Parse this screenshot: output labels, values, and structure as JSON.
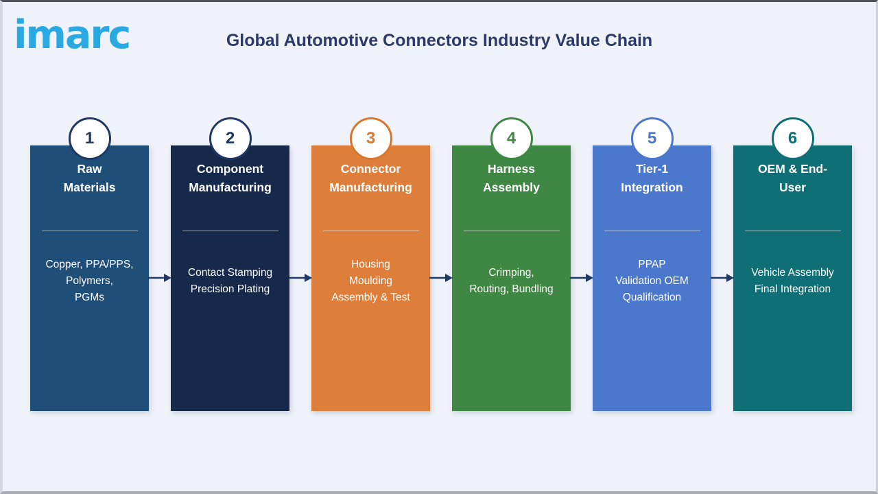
{
  "header": {
    "logo_text": "imarc",
    "title": "Global Automotive Connectors Industry Value Chain"
  },
  "colors": {
    "background": "#EFF2F8",
    "logo_blue": "#29A9E1",
    "title_navy": "#2B3A67",
    "arrow_navy": "#1F3864",
    "circle_fill": "#FFFFFF"
  },
  "stages": [
    {
      "number": "1",
      "title": "Raw\nMaterials",
      "description": "Copper, PPA/PPS,\nPolymers,\nPGMs",
      "color": "#1F4E78",
      "accent": "#1F3864"
    },
    {
      "number": "2",
      "title": "Component\nManufacturing",
      "description": "Contact Stamping\nPrecision Plating",
      "color": "#17294A",
      "accent": "#1F3864"
    },
    {
      "number": "3",
      "title": "Connector\nManufacturing",
      "description": "Housing\nMoulding\nAssembly & Test",
      "color": "#DE7E3B",
      "accent": "#D8762E"
    },
    {
      "number": "4",
      "title": "Harness\nAssembly",
      "description": "Crimping,\nRouting, Bundling",
      "color": "#3F8843",
      "accent": "#3F8843"
    },
    {
      "number": "5",
      "title": "Tier-1\nIntegration",
      "description": "PPAP\nValidation OEM\nQualification",
      "color": "#4B77CD",
      "accent": "#4B77CD"
    },
    {
      "number": "6",
      "title": "OEM & End-\nUser",
      "description": "Vehicle Assembly\nFinal Integration",
      "color": "#106F75",
      "accent": "#106F75"
    }
  ]
}
